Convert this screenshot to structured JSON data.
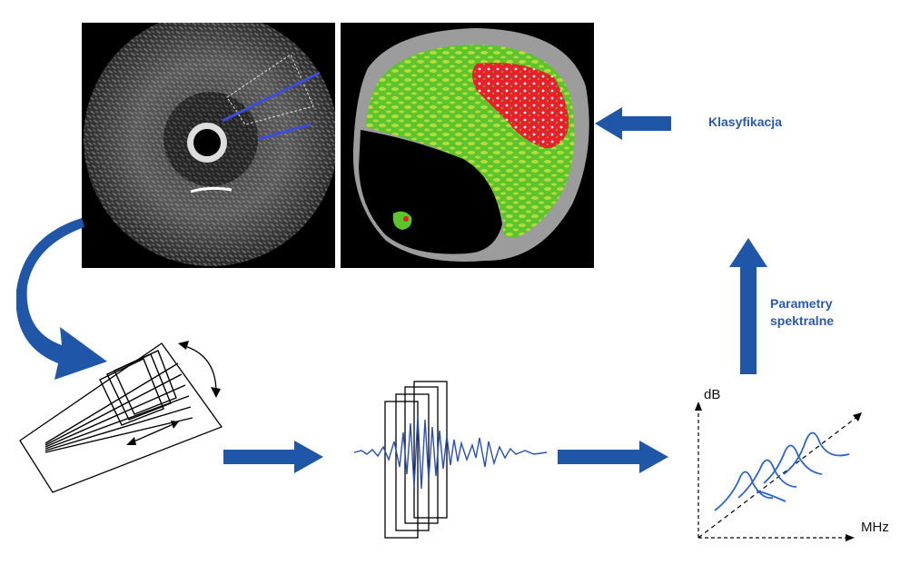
{
  "labels": {
    "classification": "Klasyfikacja",
    "spectral_line1": "Parametry",
    "spectral_line2": "spektralne",
    "axis_y": "dB",
    "axis_x": "MHz"
  },
  "colors": {
    "arrow_blue": "#1f56a8",
    "label_blue": "#2a5aa8",
    "tissue_green": "#5cc42c",
    "tissue_yellowgreen": "#b7dc3a",
    "tissue_red": "#e8202a",
    "media_gray": "#9c9c9c",
    "signal_blue": "#2b4fb0"
  },
  "icons": {
    "ivus_image": "ivus-grayscale-image",
    "vh_map": "virtual-histology-tissue-map",
    "transducer": "scan-transducer-sketch",
    "rf_signal": "rf-signal-waveform",
    "spectrum": "power-spectrum-plot"
  }
}
